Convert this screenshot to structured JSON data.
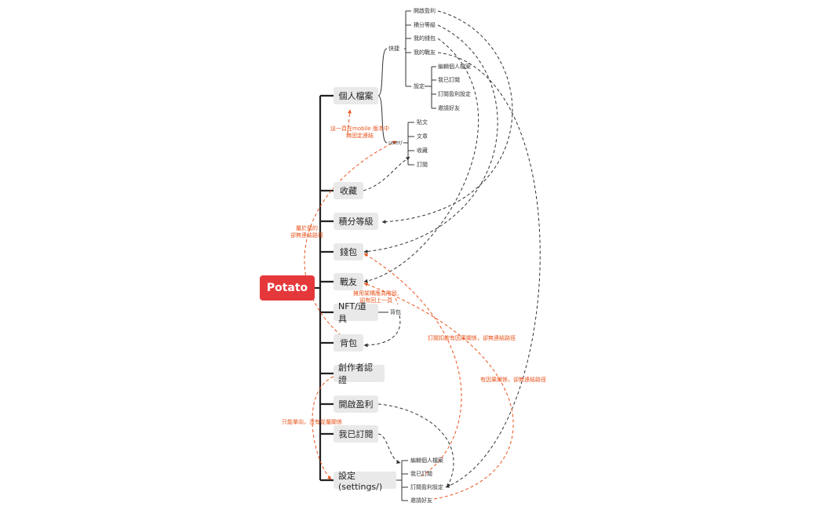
{
  "root": "Potato",
  "main": {
    "profile": "個人檔案",
    "favorites": "收藏",
    "points": "積分等級",
    "wallet": "錢包",
    "friends": "戰友",
    "nft": "NFT/道具",
    "backpack": "背包",
    "creator": "創作者認證",
    "monetize": "開啟盈利",
    "subscribed": "我已訂閱",
    "settings": "設定(settings/)"
  },
  "profile_tree": {
    "quick": "快捷",
    "quick_items": [
      "開啟盈利",
      "積分等級",
      "我的錢包",
      "我的戰友"
    ],
    "setting": "設定",
    "setting_items": [
      "編輯個人檔案",
      "我已訂閱",
      "訂閱盈利設定",
      "邀請好友"
    ],
    "user": "user/",
    "user_items": [
      "貼文",
      "文章",
      "收藏",
      "訂閱"
    ]
  },
  "nft_child": "背包",
  "settings_items": [
    "編輯個人檔案",
    "我已訂閱",
    "訂閱盈利設定",
    "邀請好友"
  ],
  "annotations": {
    "mobile_line1": "這一頁在mobile 版本中",
    "mobile_line2": "無固定連結",
    "mine_line1": "屬於我的",
    "mine_line2": "卻無連結路徑",
    "upper_line1": "擁用架構應為階段,",
    "upper_line2": "卻有回上一頁",
    "sub_income": "訂閱扣款有因果關係，卻無連結路徑",
    "causal": "有因果關係，卻無連結路徑",
    "oneway": "只能單向，沒有從屬關係"
  },
  "colors": {
    "root": "#e5383b",
    "annotation": "#e8541e",
    "line": "#333333"
  }
}
